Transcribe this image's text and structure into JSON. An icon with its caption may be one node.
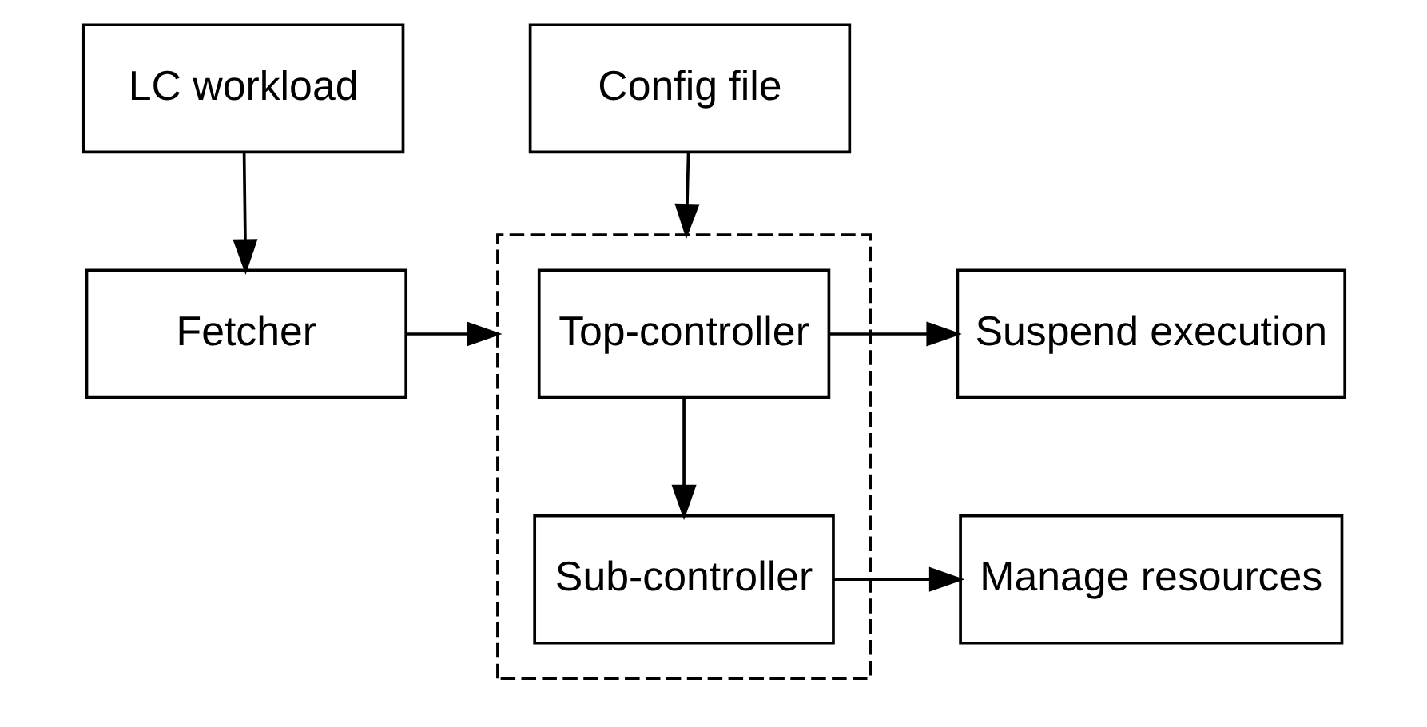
{
  "diagram": {
    "nodes": [
      {
        "text": [
          "LC workload"
        ]
      },
      {
        "text": [
          "Fetcher"
        ]
      },
      {
        "text": [
          "Config file"
        ]
      },
      {
        "text": [],
        "shape": "box"
      },
      {
        "text": [
          "Top-controller"
        ],
        "in": 3
      },
      {
        "text": [
          "Sub-controller"
        ],
        "in": 3
      },
      {
        "text": [
          "Suspend execution"
        ]
      },
      {
        "text": [
          "Manage resources"
        ]
      }
    ],
    "edges": [
      {
        "from": 0,
        "to": 1,
        "arrow": "to"
      },
      {
        "from": 1,
        "to": 3,
        "arrow": "to"
      },
      {
        "from": 2,
        "to": 3,
        "arrow": "to"
      },
      {
        "from": 4,
        "to": 5,
        "arrow": "to"
      },
      {
        "from": 4,
        "to": 6,
        "arrow": "to"
      },
      {
        "from": 5,
        "to": 7,
        "arrow": "to"
      }
    ]
  }
}
